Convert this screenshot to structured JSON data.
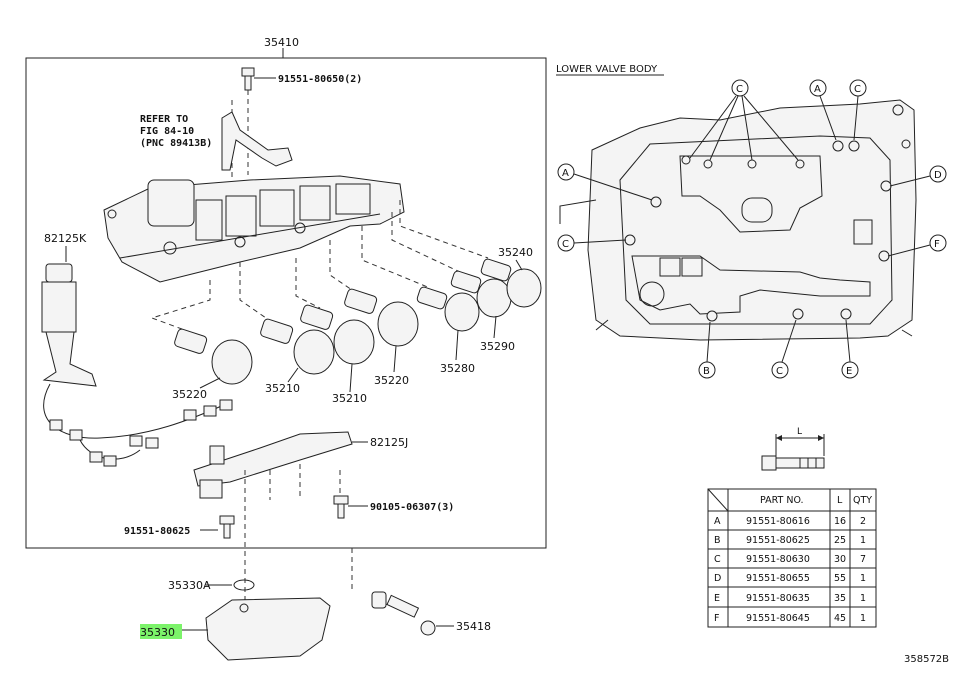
{
  "diagram": {
    "main_box_label": "35410",
    "refer_note": [
      "REFER TO",
      "FIG 84-10",
      "(PNC 89413B)"
    ],
    "callouts": {
      "bolt_top": "91551-80650(2)",
      "harness": "82125K",
      "sol_35240": "35240",
      "sol_35290": "35290",
      "sol_35280": "35280",
      "sol_35220a": "35220",
      "sol_35220b": "35220",
      "sol_35210a": "35210",
      "sol_35210b": "35210",
      "plate": "82125J",
      "bolt_90105": "90105-06307(3)",
      "bolt_80625": "91551-80625",
      "oring": "35330A",
      "filter": "35330",
      "temp_sensor": "35418"
    },
    "lower_valve_body_title": "LOWER VALVE BODY",
    "bolt_letters": {
      "A": "A",
      "B": "B",
      "C": "C",
      "D": "D",
      "E": "E",
      "F": "F"
    },
    "bolt_length_label": "L",
    "diagram_code": "358572B"
  },
  "parts_table": {
    "headers": [
      "PART NO.",
      "L",
      "QTY"
    ],
    "rows": [
      {
        "key": "A",
        "part": "91551-80616",
        "l": "16",
        "qty": "2"
      },
      {
        "key": "B",
        "part": "91551-80625",
        "l": "25",
        "qty": "1"
      },
      {
        "key": "C",
        "part": "91551-80630",
        "l": "30",
        "qty": "7"
      },
      {
        "key": "D",
        "part": "91551-80655",
        "l": "55",
        "qty": "1"
      },
      {
        "key": "E",
        "part": "91551-80635",
        "l": "35",
        "qty": "1"
      },
      {
        "key": "F",
        "part": "91551-80645",
        "l": "45",
        "qty": "1"
      }
    ]
  },
  "colors": {
    "highlight": "#7cf36a",
    "line": "#222222"
  }
}
